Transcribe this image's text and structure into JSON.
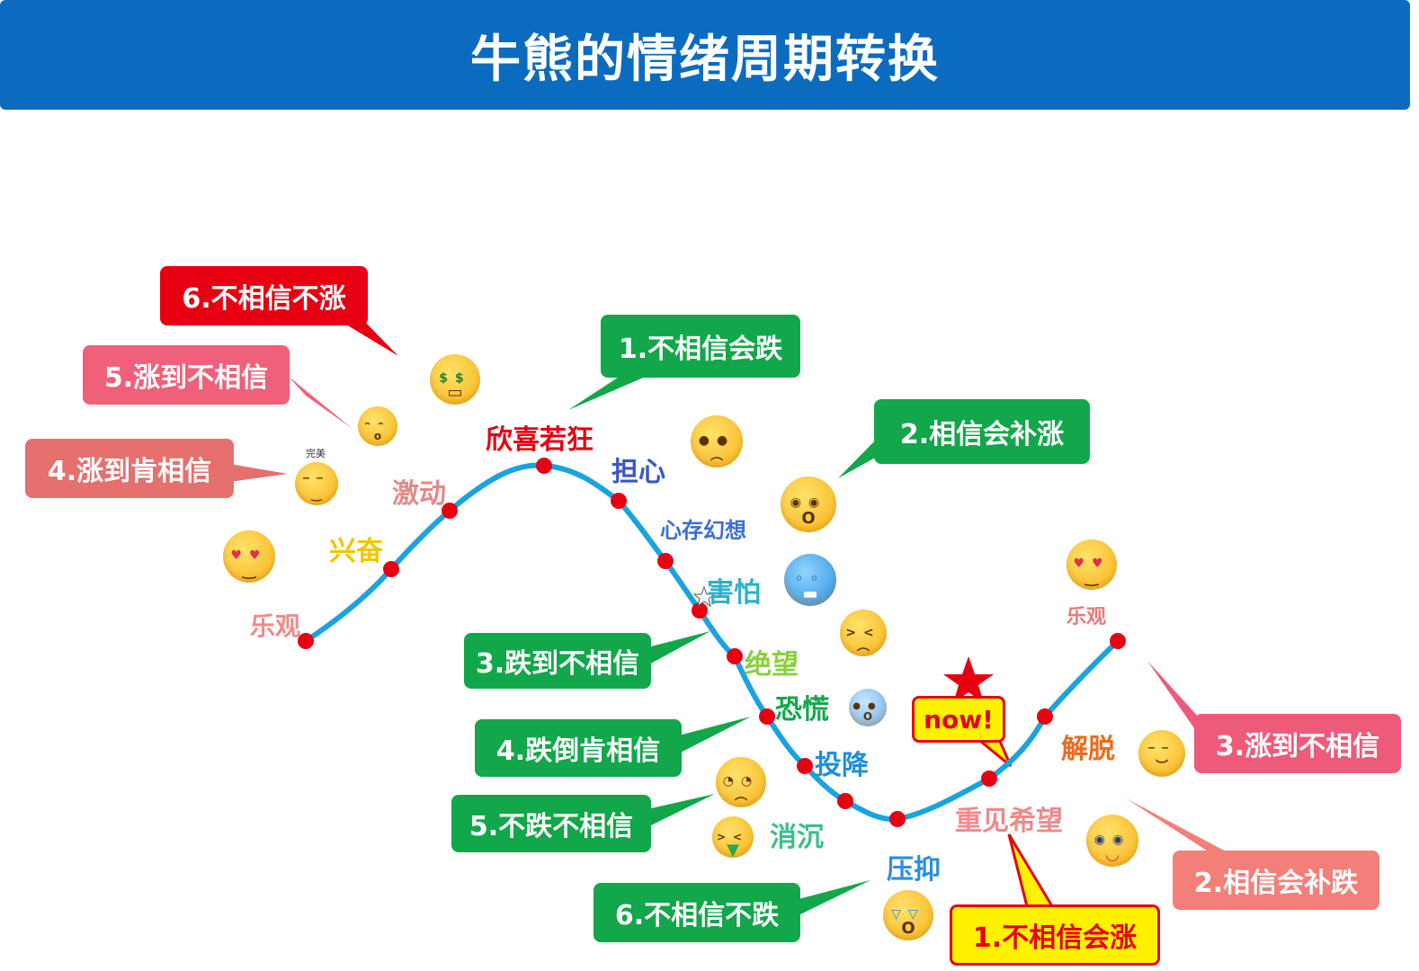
{
  "title": "牛熊的情绪周期转换",
  "bull_callouts": {
    "c6": "6.不相信不涨",
    "c5": "5.涨到不相信",
    "c4": "4.涨到肯相信",
    "c1": "1.不相信会跌",
    "c2": "2.相信会补涨"
  },
  "bear_callouts": {
    "c3": "3.跌到不相信",
    "c4": "4.跌倒肯相信",
    "c5": "5.不跌不相信",
    "c6": "6.不相信不跌"
  },
  "right_callouts": {
    "c3": "3.涨到不相信",
    "c2": "2.相信会补跌",
    "c1": "1.不相信会涨"
  },
  "now_label": "now!",
  "curve_labels": {
    "optimism_left": "乐观",
    "excitement": "兴奋",
    "thrill": "激动",
    "euphoria": "欣喜若狂",
    "anxiety": "担心",
    "denial": "心存幻想",
    "fear": "害怕",
    "desperation": "绝望",
    "panic": "恐慌",
    "capitulation": "投降",
    "despondency": "消沉",
    "depression": "压抑",
    "hope": "重见希望",
    "relief": "解脱",
    "optimism_right": "乐观"
  },
  "emoji_caption_perfect": "完美",
  "colors": {
    "title_bg": "#0b6bbf",
    "curve": "#1aa3e0",
    "dot": "#e60012"
  },
  "icons": [
    "money-face-icon",
    "party-face-icon",
    "smug-face-icon",
    "love-face-icon",
    "pleading-face-icon",
    "shocked-face-icon",
    "cold-face-icon",
    "weary-face-icon",
    "scream-face-icon",
    "white-flag-face-icon",
    "vomit-face-icon",
    "crying-face-icon",
    "pray-face-icon",
    "star-eyes-face-icon",
    "red-star-icon"
  ]
}
